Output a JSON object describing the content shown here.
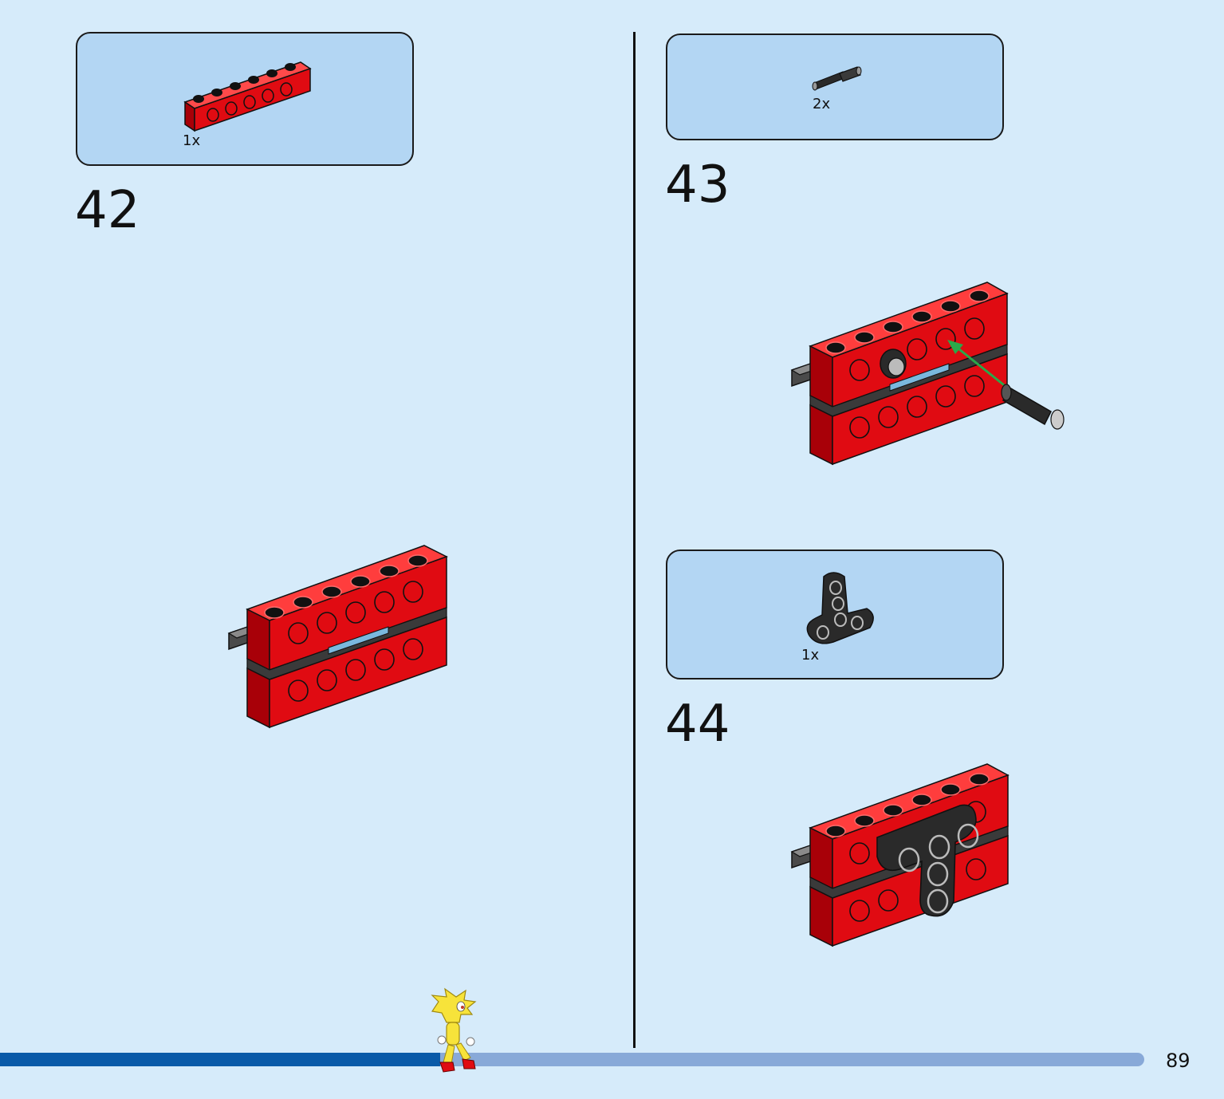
{
  "steps": [
    {
      "number": "42",
      "parts": [
        {
          "quantity": "1x",
          "icon": "red-technic-brick-1x6-icon"
        }
      ]
    },
    {
      "number": "43",
      "parts": [
        {
          "quantity": "2x",
          "icon": "black-pin-icon"
        }
      ]
    },
    {
      "number": "44",
      "parts": [
        {
          "quantity": "1x",
          "icon": "black-t-beam-icon"
        }
      ]
    }
  ],
  "page": {
    "number": "89"
  },
  "progress": {
    "fraction": 0.385
  },
  "colors": {
    "background": "#d6ebfa",
    "parts_box": "#b3d6f3",
    "brick_red": "#e00b12",
    "progress_done": "#0a5aa8",
    "progress_remaining": "#88a9d8",
    "arrow_green": "#2aa84a"
  }
}
